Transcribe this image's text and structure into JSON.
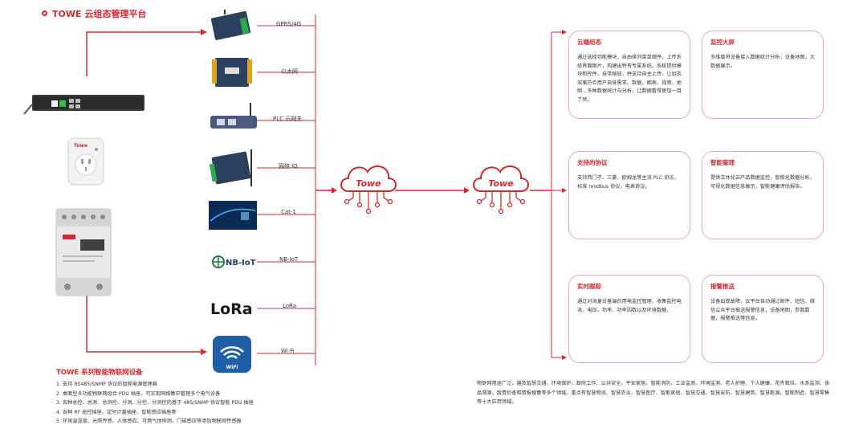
{
  "header": {
    "title": "TOWE 云组态管理平台"
  },
  "connectivity": {
    "items": [
      {
        "label": "GPRS/4G"
      },
      {
        "label": "以太网"
      },
      {
        "label": "PLC 云网关"
      },
      {
        "label": "网络 IO"
      },
      {
        "label": "Cat-1"
      },
      {
        "label": "NB-IoT"
      },
      {
        "label": "LoRa"
      },
      {
        "label": "Wi-Fi"
      }
    ]
  },
  "logos": {
    "nbiot": "NB-IoT",
    "lora": "LoRa",
    "wifi": "WiFi",
    "cloud": "Towe",
    "socket_brand": "Towe"
  },
  "cards": [
    {
      "title": "云端组态",
      "text": "通过选择功能模块，自由排列菜单顺序，上传系统界面图片，构建出特有专属系统。系统提供模块和控件，自带缩放，并支持自主上传，让组态效果符合用户自身需求。数据、图表、视频、地图…多种数据统计与分析，让数据看得更加一目了然。"
    },
    {
      "title": "监控大屏",
      "text": "多维度将设备接入数据统计分析，设备地图，大数据展示。"
    },
    {
      "title": "支持的协议",
      "text": "支持西门子、三菱、欧姆龙等主流 PLC 协议，标准 modbus 协议，电表协议。"
    },
    {
      "title": "智能管理",
      "text": "提供立体化云产品数据监控，智能化数据分析，可视化数据信息展示，智能健康评估报告。"
    },
    {
      "title": "实时跟踪",
      "text": "通过对海量设备端的用电监控管理，收集监控电流、电压、功率、功率因数以及环境数据。"
    },
    {
      "title": "报警推送",
      "text": "设备出现故障，云平台自动通过邮件、短信、微信公众平台推送报警信息，设备地图，参数数据，报警推送等信息。"
    }
  ],
  "bottom_list": {
    "title": "TOWE 系列智能物联网设备",
    "items": [
      "1. 支持 RS485/SNMP 协议的智能电源管理箱",
      "2. 桌面型多功能物联网组合 PDU 插座，可实现网络集中管理多个电气设备",
      "3. 各种总控、总测、总测控、分测、分控、分测控的基于 485/SNMP 协议智能 PDU 插座",
      "4. 各种 RF 遥控插座、定时计量插座、智能感应插座等",
      "5. 环境温湿度、光照传感、人体感应、可燃气体探测、门磁感应等添加物联网传感器"
    ]
  },
  "bottom_text": "物联网用途广泛，遍及智慧交通、环境保护、政府工作、公共安全、平安家居、智能消防、工业监测、环境监测、老人护理、个人健康、花卉栽培、水系监测、食品溯源、敌情侦查和情报搜集等多个领域。重点有智慧物流、智慧农业、智慧医疗、智能家居、智慧交通、智慧安防、智慧建筑、智慧能源、智能制造、智慧零售等十大应用领域。",
  "colors": {
    "accent": "#d7282f",
    "card_border": "#e9a9a9"
  }
}
